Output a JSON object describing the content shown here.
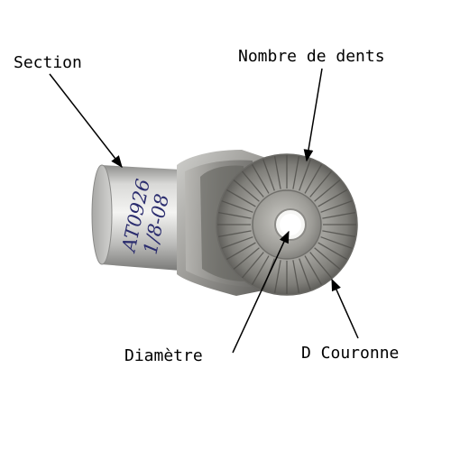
{
  "labels": {
    "section": "Section",
    "teeth": "Nombre de dents",
    "diameter": "Diamètre",
    "crown": "D Couronne"
  },
  "shaft_marking": {
    "line1": "AT0926",
    "line2": "1/8-08"
  },
  "colors": {
    "background": "#ffffff",
    "label_text": "#000000",
    "arrow": "#000000",
    "metal_light": "#e4e4e2",
    "metal_dark": "#6a6a68",
    "gear_teeth": "#8e8d88",
    "ink": "#2a2c6e"
  }
}
